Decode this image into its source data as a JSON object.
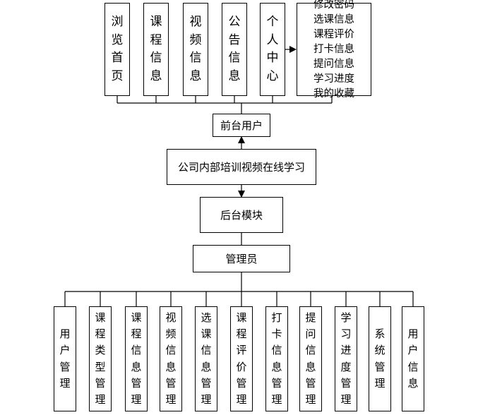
{
  "front_user": "前台用户",
  "system": "公司内部培训视频在线学习",
  "backend": "后台模块",
  "admin": "管理员",
  "front_modules": [
    "浏览首页",
    "课程信息",
    "视频信息",
    "公告信息",
    "个人中心"
  ],
  "personal_center_items": [
    "修改密码",
    "选课信息",
    "课程评价",
    "打卡信息",
    "提问信息",
    "学习进度",
    "我的收藏"
  ],
  "admin_modules": [
    "用户管理",
    "课程类型管理",
    "课程信息管理",
    "视频信息管理",
    "选课信息管理",
    "课程评价管理",
    "打卡信息管理",
    "提问信息管理",
    "学习进度管理",
    "系统管理",
    "用户信息"
  ]
}
